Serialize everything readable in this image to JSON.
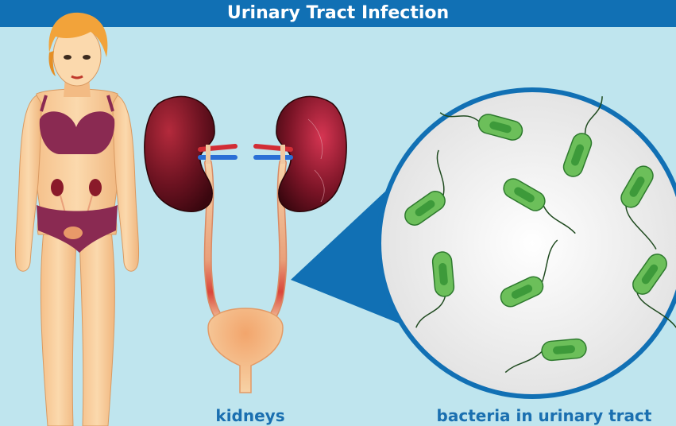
{
  "title": "Urinary Tract Infection",
  "labels": {
    "kidneys": "kidneys",
    "bacteria": "bacteria in urinary tract"
  },
  "colors": {
    "background": "#bfe5ee",
    "header": "#1170b4",
    "label": "#1a6fb0",
    "bacteria_fill": "#6cbf5a",
    "bacteria_core": "#3d9a3a",
    "magnifier_fill": "#f2f2f2",
    "kidney": "#7a1420"
  }
}
